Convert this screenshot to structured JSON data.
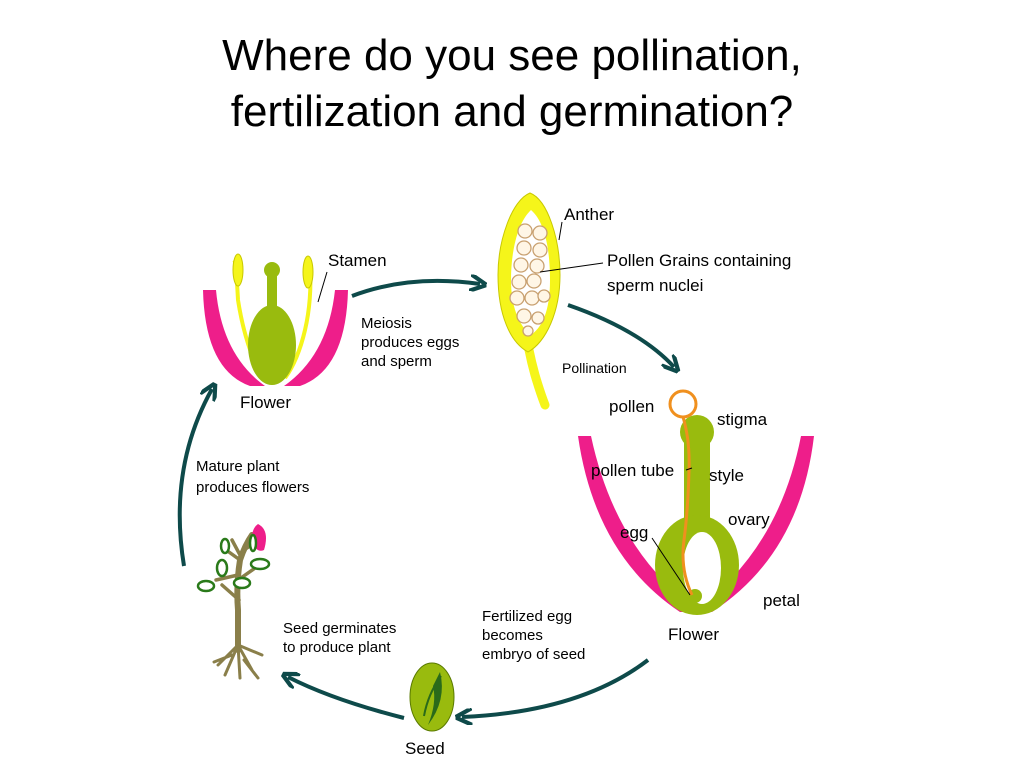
{
  "title": {
    "line1": "Where do you see pollination,",
    "line2": "fertilization and germination?"
  },
  "colors": {
    "petal": "#ee1e8a",
    "pistil": "#99bb0e",
    "stamen": "#f5f51a",
    "stamen_outline": "#c8c800",
    "pollen_tube": "#f0901e",
    "arrow": "#0e4a4a",
    "stem": "#8a7f4a"
  },
  "labels": {
    "stamen": "Stamen",
    "flower_top": "Flower",
    "meiosis_1": "Meiosis",
    "meiosis_2": "produces eggs",
    "meiosis_3": "and sperm",
    "anther": "Anther",
    "pollen_grains_1": "Pollen Grains containing",
    "pollen_grains_2": "sperm nuclei",
    "pollination": "Pollination",
    "pollen": "pollen",
    "stigma": "stigma",
    "pollen_tube": "pollen tube",
    "style": "style",
    "ovary": "ovary",
    "egg": "egg",
    "petal": "petal",
    "flower_bottom": "Flower",
    "fertilized_1": "Fertilized egg",
    "fertilized_2": "becomes",
    "fertilized_3": "embryo of seed",
    "seed": "Seed",
    "germinates_1": "Seed germinates",
    "germinates_2": "to produce plant",
    "mature_1": "Mature plant",
    "mature_2": "produces flowers"
  }
}
